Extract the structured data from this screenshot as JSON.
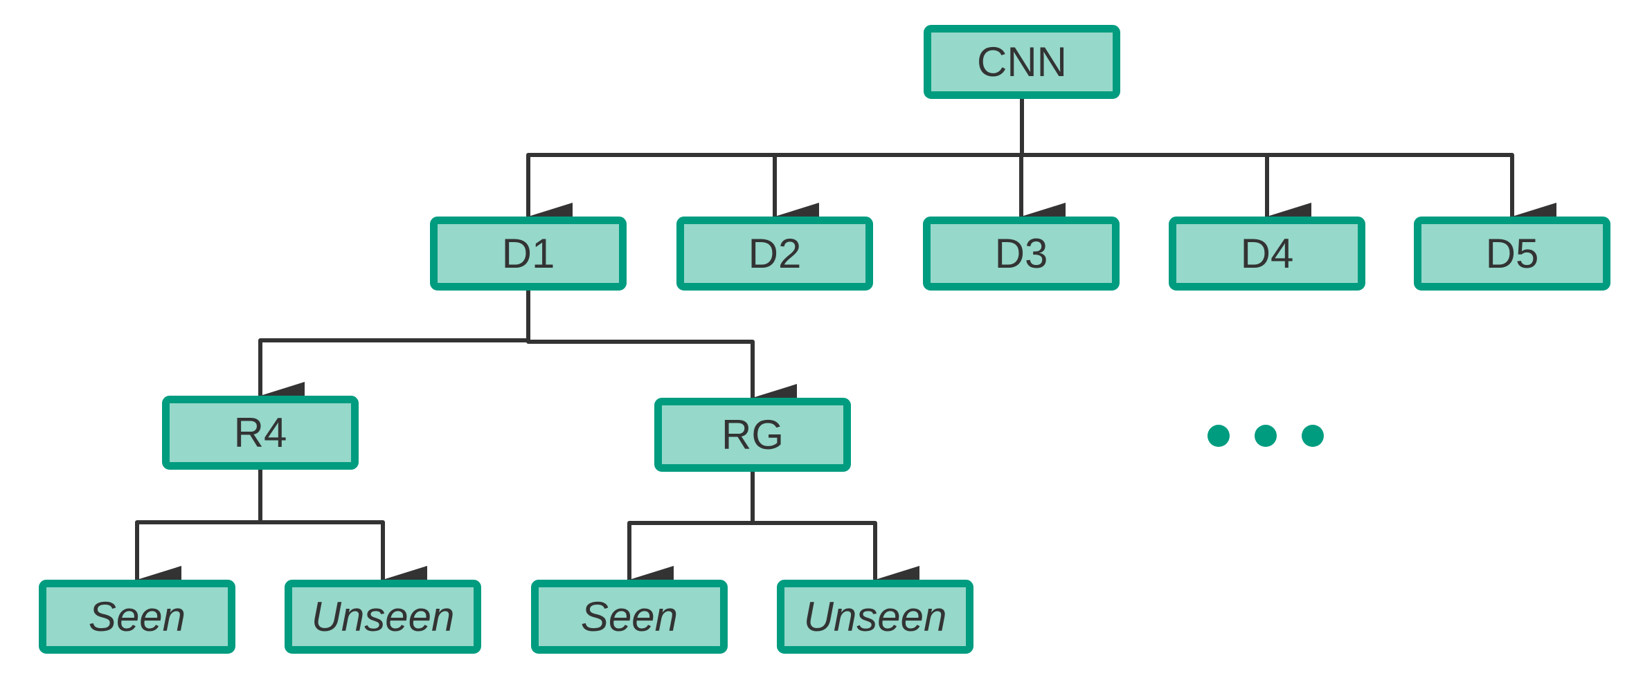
{
  "colors": {
    "node_fill": "#96d8ca",
    "node_border": "#009c80",
    "edge": "#333333",
    "text": "#333333",
    "ellipsis": "#009c80"
  },
  "nodes": {
    "cnn": "CNN",
    "d1": "D1",
    "d2": "D2",
    "d3": "D3",
    "d4": "D4",
    "d5": "D5",
    "r4": "R4",
    "rg": "RG",
    "r4_seen": "Seen",
    "r4_unseen": "Unseen",
    "rg_seen": "Seen",
    "rg_unseen": "Unseen"
  },
  "edges": [
    [
      "cnn",
      "d1"
    ],
    [
      "cnn",
      "d2"
    ],
    [
      "cnn",
      "d3"
    ],
    [
      "cnn",
      "d4"
    ],
    [
      "cnn",
      "d5"
    ],
    [
      "d1",
      "r4"
    ],
    [
      "d1",
      "rg"
    ],
    [
      "r4",
      "r4_seen"
    ],
    [
      "r4",
      "r4_unseen"
    ],
    [
      "rg",
      "rg_seen"
    ],
    [
      "rg",
      "rg_unseen"
    ]
  ],
  "ellipsis_icon": "more-branches-ellipsis-icon"
}
